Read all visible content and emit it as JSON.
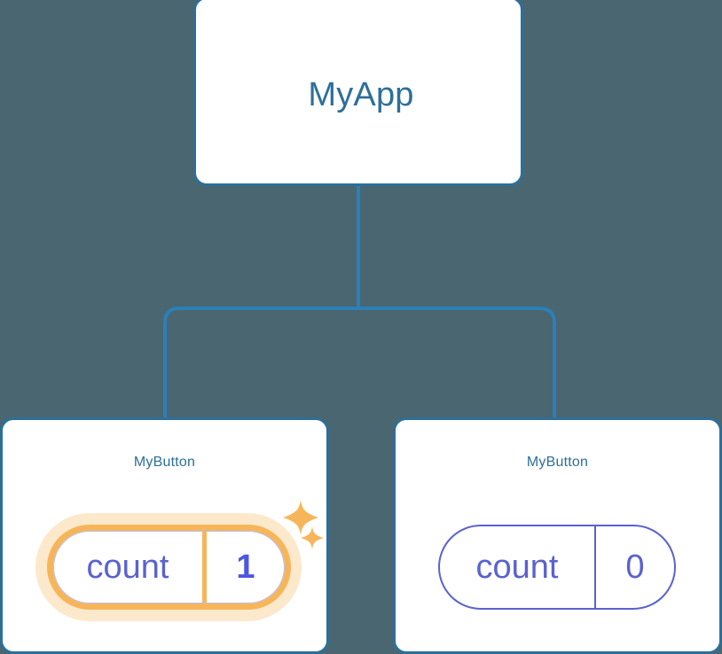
{
  "diagram": {
    "type": "component-tree",
    "background_color": "#4a6670",
    "node_border_color": "#2d6f99",
    "node_text_color": "#2d6f99",
    "connector_color": "#2d7fb8",
    "accent_highlight_color": "#f7b55a",
    "accent_glow_color": "#fbe2bb",
    "state_text_color": "#5a62cf",
    "state_value_highlight_color": "#4e57e0"
  },
  "root": {
    "title": "MyApp"
  },
  "children": [
    {
      "title": "MyButton",
      "state_key": "count",
      "state_value": "1",
      "highlighted": true,
      "sparkles": [
        "sparkle-large-icon",
        "sparkle-small-icon"
      ]
    },
    {
      "title": "MyButton",
      "state_key": "count",
      "state_value": "0",
      "highlighted": false,
      "sparkles": []
    }
  ]
}
